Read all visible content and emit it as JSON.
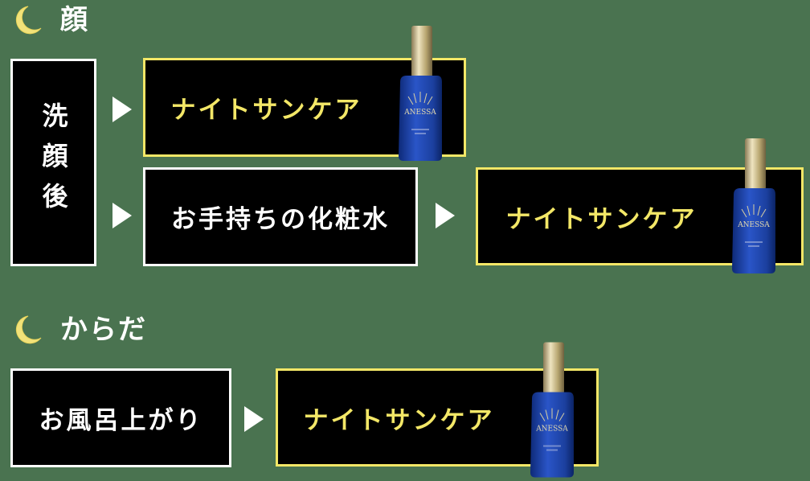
{
  "sections": [
    {
      "icon": "moon-icon",
      "title": "顔",
      "timing_label": "洗顔後",
      "flows": [
        {
          "steps": [
            {
              "label": "ナイトサンケア",
              "style": "highlight",
              "product_brand": "ANESSA"
            }
          ]
        },
        {
          "steps": [
            {
              "label": "お手持ちの化粧水",
              "style": "normal"
            },
            {
              "label": "ナイトサンケア",
              "style": "highlight",
              "product_brand": "ANESSA"
            }
          ]
        }
      ]
    },
    {
      "icon": "moon-icon",
      "title": "からだ",
      "flows": [
        {
          "steps": [
            {
              "label": "お風呂上がり",
              "style": "normal"
            },
            {
              "label": "ナイトサンケア",
              "style": "highlight",
              "product_brand": "ANESSA"
            }
          ]
        }
      ]
    }
  ],
  "colors": {
    "background": "#4a7350",
    "box_fill": "#000000",
    "highlight": "#f3e767",
    "normal": "#ffffff",
    "moon": "#f2e27a",
    "bottle_blue": "#1c3f9e",
    "cap_gold": "#c9b88a"
  }
}
